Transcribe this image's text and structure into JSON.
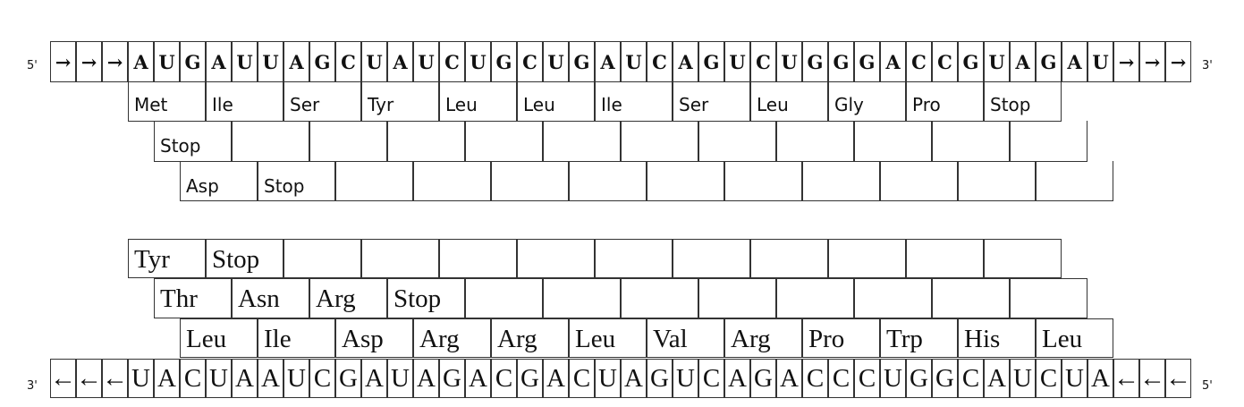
{
  "top_strand": {
    "left_label": "5'",
    "right_label": "3'",
    "arrows_left": [
      "→",
      "→",
      "→"
    ],
    "arrows_right": [
      "→",
      "→",
      "→"
    ],
    "nucleotides": [
      "A",
      "U",
      "G",
      "A",
      "U",
      "U",
      "A",
      "G",
      "C",
      "U",
      "A",
      "U",
      "C",
      "U",
      "G",
      "C",
      "U",
      "G",
      "A",
      "U",
      "C",
      "A",
      "G",
      "U",
      "C",
      "U",
      "G",
      "G",
      "G",
      "A",
      "C",
      "C",
      "G",
      "U",
      "A",
      "G",
      "A",
      "U"
    ]
  },
  "forward_frames": [
    {
      "codons": [
        "Met",
        "Ile",
        "Ser",
        "Tyr",
        "Leu",
        "Leu",
        "Ile",
        "Ser",
        "Leu",
        "Gly",
        "Pro",
        "Stop"
      ]
    },
    {
      "codons": [
        "Stop",
        "",
        "",
        "",
        "",
        "",
        "",
        "",
        "",
        "",
        "",
        ""
      ]
    },
    {
      "codons": [
        "Asp",
        "Stop",
        "",
        "",
        "",
        "",
        "",
        "",
        "",
        "",
        "",
        ""
      ]
    }
  ],
  "reverse_frames": [
    {
      "codons": [
        "Tyr",
        "Stop",
        "",
        "",
        "",
        "",
        "",
        "",
        "",
        "",
        "",
        ""
      ]
    },
    {
      "codons": [
        "Thr",
        "Asn",
        "Arg",
        "Stop",
        "",
        "",
        "",
        "",
        "",
        "",
        "",
        ""
      ]
    },
    {
      "codons": [
        "Leu",
        "Ile",
        "Asp",
        "Arg",
        "Arg",
        "Leu",
        "Val",
        "Arg",
        "Pro",
        "Trp",
        "His",
        "Leu"
      ]
    }
  ],
  "bottom_strand": {
    "left_label": "3'",
    "right_label": "5'",
    "arrows_left": [
      "←",
      "←",
      "←"
    ],
    "arrows_right": [
      "←",
      "←",
      "←"
    ],
    "nucleotides": [
      "U",
      "A",
      "C",
      "U",
      "A",
      "A",
      "U",
      "C",
      "G",
      "A",
      "U",
      "A",
      "G",
      "A",
      "C",
      "G",
      "A",
      "C",
      "U",
      "A",
      "G",
      "U",
      "C",
      "A",
      "G",
      "A",
      "C",
      "C",
      "C",
      "U",
      "G",
      "G",
      "C",
      "A",
      "U",
      "C",
      "U",
      "A"
    ]
  }
}
